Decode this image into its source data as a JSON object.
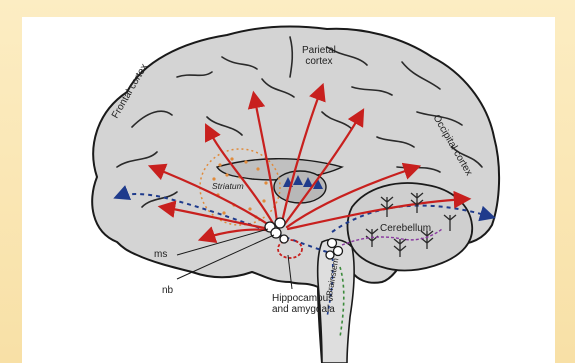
{
  "labels": {
    "frontal": "Frontal cortex",
    "parietal_1": "Parietal",
    "parietal_2": "cortex",
    "occipital": "Occipital cortex",
    "striatum": "Striatum",
    "cerebellum": "Cerebellum",
    "ms": "ms",
    "nb": "nb",
    "hippocampus_1": "Hippocampus",
    "hippocampus_2": "and amygdala",
    "brainstem": "Brainstem"
  },
  "colors": {
    "frame": "#fbe9b8",
    "brain_fill": "#d4d4d4",
    "brain_outline": "#1a1a1a",
    "cholinergic_red": "#c8201e",
    "dopaminergic_blue": "#1f3b8c",
    "striatum_dots": "#e08a3a",
    "green_path": "#3a8a3a",
    "purple_path": "#8a3aa0"
  }
}
